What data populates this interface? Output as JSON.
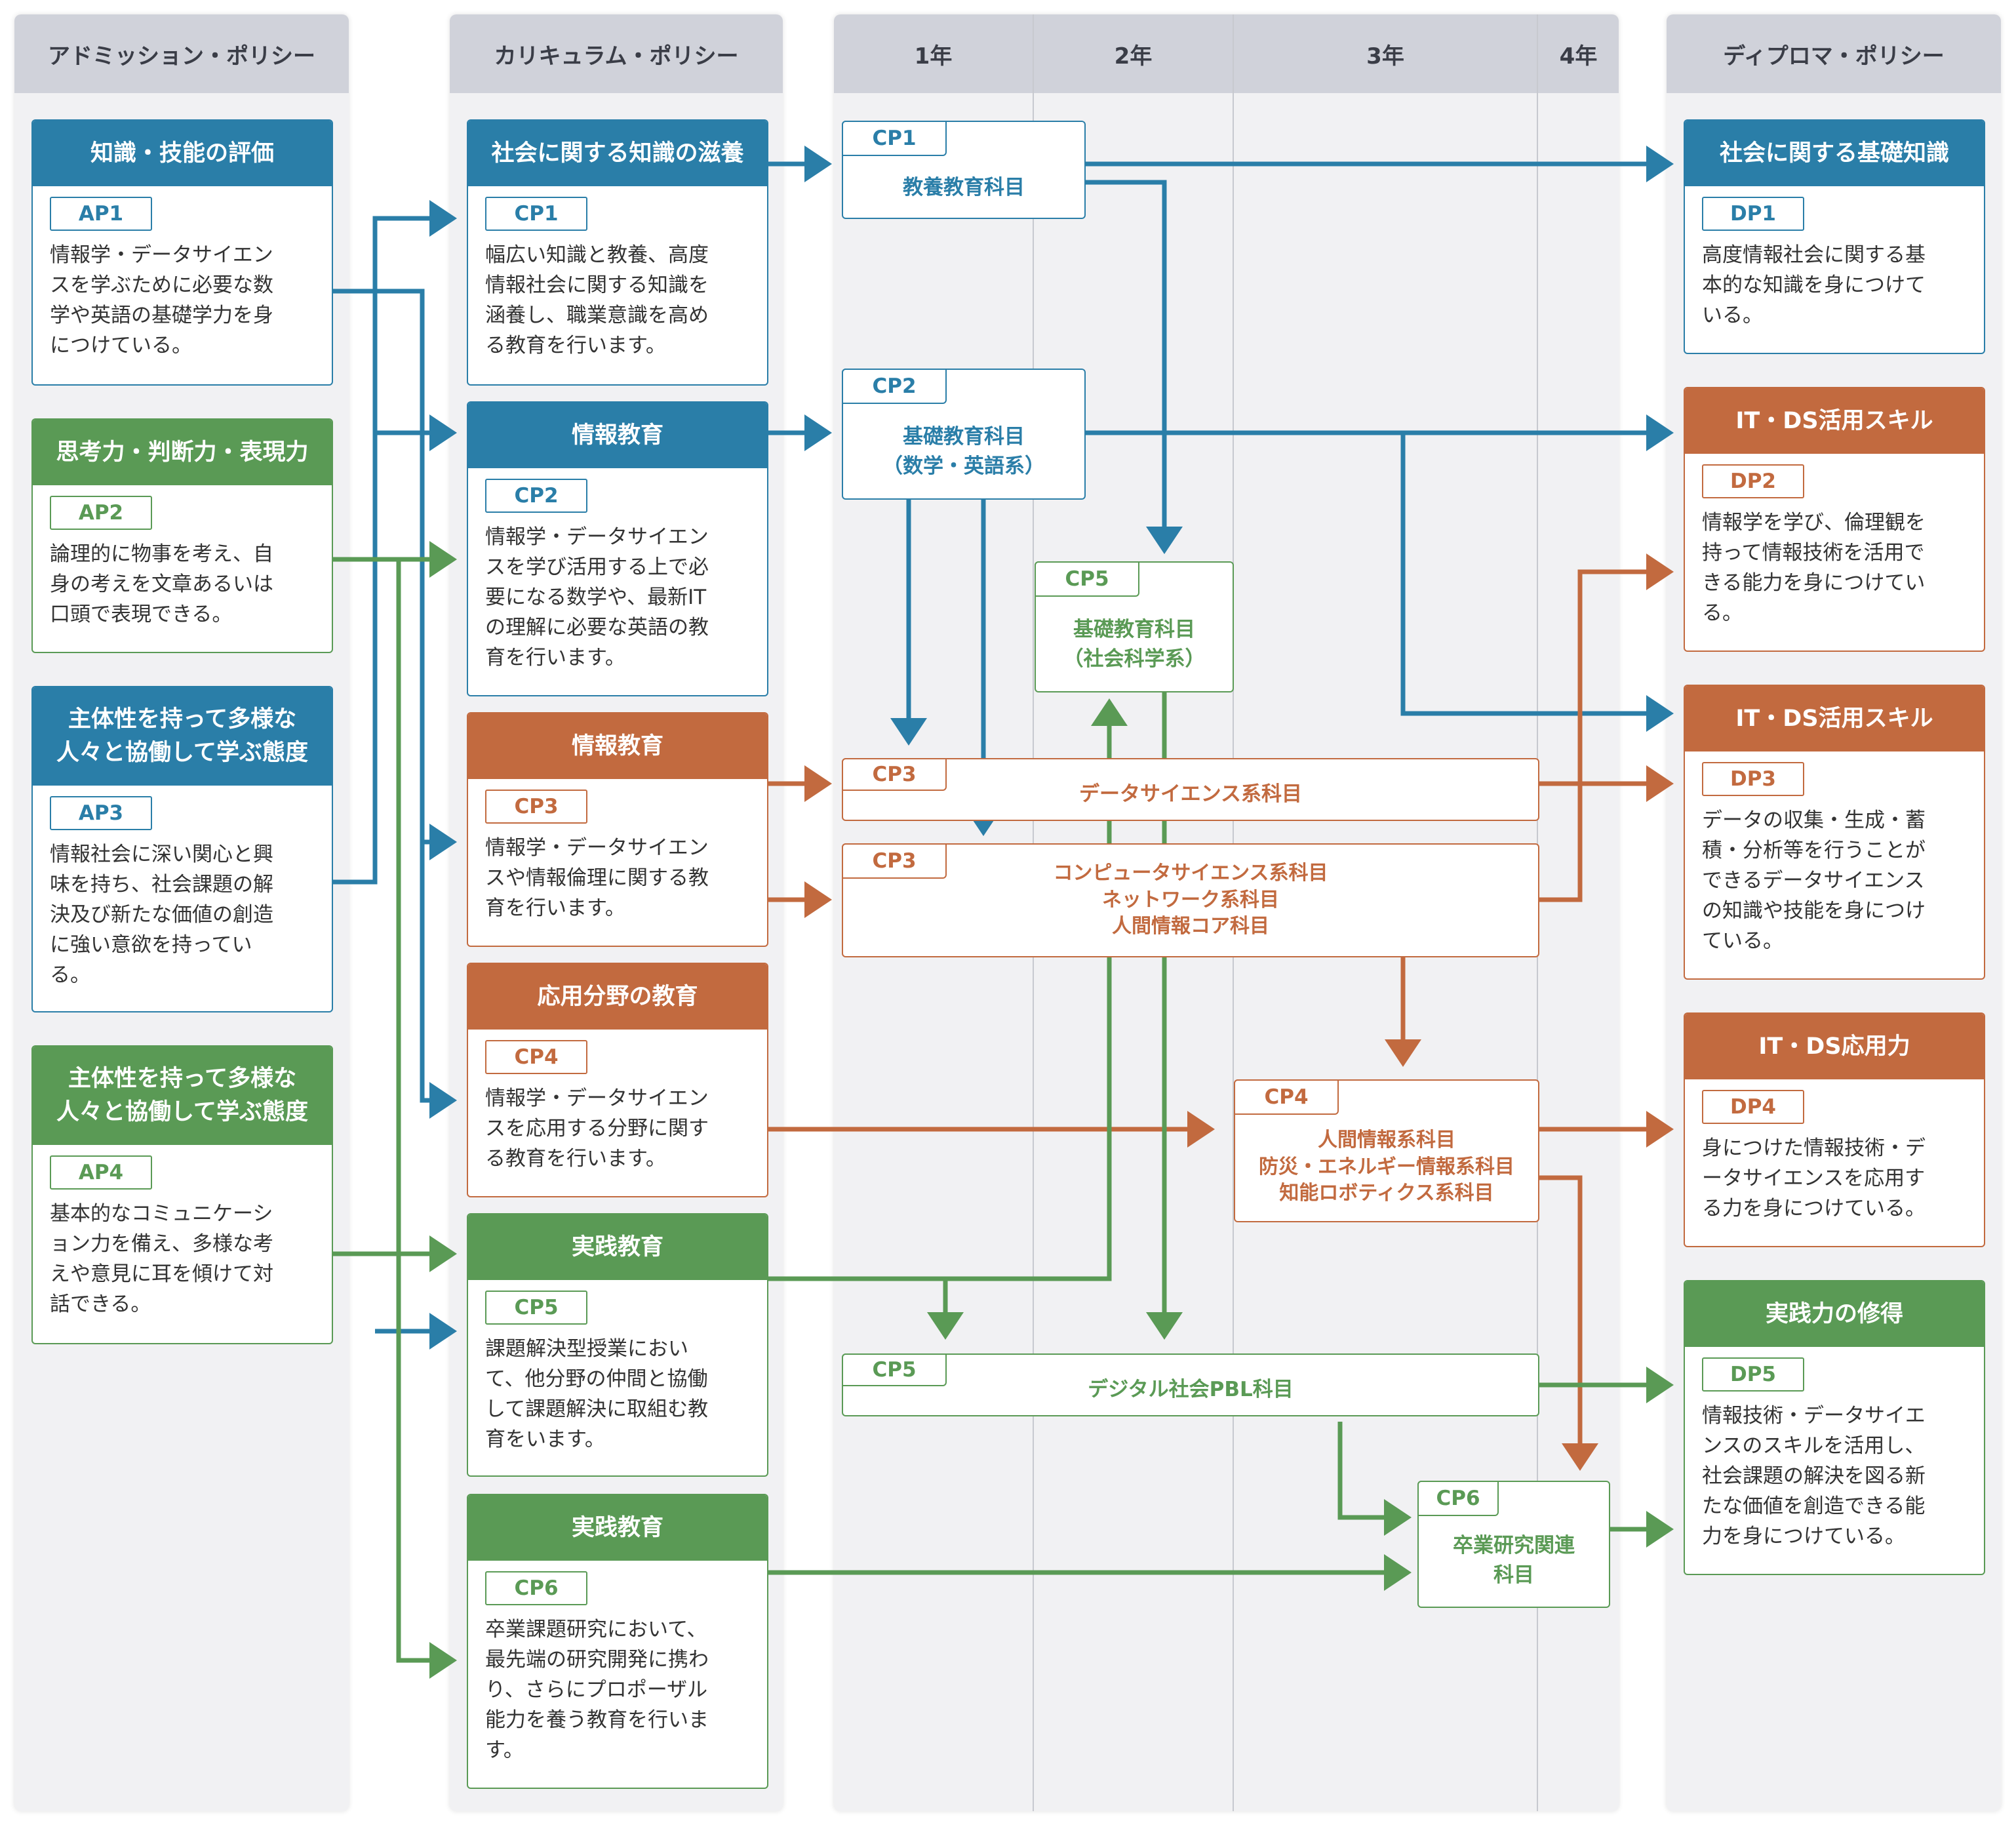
{
  "headers": {
    "admission": "アドミッション・ポリシー",
    "curriculum": "カリキュラム・ポリシー",
    "year1": "1年",
    "year2": "2年",
    "year3": "3年",
    "year4": "4年",
    "diploma": "ディプロマ・ポリシー"
  },
  "admission_policies": [
    {
      "title": "知識・技能の評価",
      "code": "AP1",
      "text": "情報学・データサイエン\nスを学ぶために必要な数\n学や英語の基礎学力を身\nにつけている。"
    },
    {
      "title": "思考力・判断力・表現力",
      "code": "AP2",
      "text": "論理的に物事を考え、自\n身の考えを文章あるいは\n口頭で表現できる。"
    },
    {
      "title": "主体性を持って多様な\n人々と協働して学ぶ態度",
      "code": "AP3",
      "text": "情報社会に深い関心と興\n味を持ち、社会課題の解\n決及び新たな価値の創造\nに強い意欲を持ってい\nる。"
    },
    {
      "title": "主体性を持って多様な\n人々と協働して学ぶ態度",
      "code": "AP4",
      "text": "基本的なコミュニケーシ\nョン力を備え、多様な考\nえや意見に耳を傾けて対\n話できる。"
    }
  ],
  "curriculum_policies": [
    {
      "title": "社会に関する知識の滋養",
      "code": "CP1",
      "text": "幅広い知識と教養、高度\n情報社会に関する知識を\n涵養し、職業意識を高め\nる教育を行います。"
    },
    {
      "title": "情報教育",
      "code": "CP2",
      "text": "情報学・データサイエン\nスを学び活用する上で必\n要になる数学や、最新IT\nの理解に必要な英語の教\n育を行います。"
    },
    {
      "title": "情報教育",
      "code": "CP3",
      "text": "情報学・データサイエン\nスや情報倫理に関する教\n育を行います。"
    },
    {
      "title": "応用分野の教育",
      "code": "CP4",
      "text": "情報学・データサイエン\nスを応用する分野に関す\nる教育を行います。"
    },
    {
      "title": "実践教育",
      "code": "CP5",
      "text": "課題解決型授業におい\nて、他分野の仲間と協働\nして課題解決に取組む教\n育をいます。"
    },
    {
      "title": "実践教育",
      "code": "CP6",
      "text": "卒業課題研究において、\n最先端の研究開発に携わ\nり、さらにプロポーザル\n能力を養う教育を行いま\nす。"
    }
  ],
  "subjects": [
    {
      "code": "CP1",
      "text": "教養教育科目"
    },
    {
      "code": "CP2",
      "text": "基礎教育科目\n（数学・英語系）"
    },
    {
      "code": "CP5",
      "text": "基礎教育科目\n（社会科学系）"
    },
    {
      "code": "CP3",
      "text": "データサイエンス系科目"
    },
    {
      "code": "CP3",
      "text": "コンピュータサイエンス系科目\nネットワーク系科目\n人間情報コア科目"
    },
    {
      "code": "CP4",
      "text": "人間情報系科目\n防災・エネルギー情報系科目\n知能ロボティクス系科目"
    },
    {
      "code": "CP5",
      "text": "デジタル社会PBL科目"
    },
    {
      "code": "CP6",
      "text": "卒業研究関連\n科目"
    }
  ],
  "diploma_policies": [
    {
      "title": "社会に関する基礎知識",
      "code": "DP1",
      "text": "高度情報社会に関する基\n本的な知識を身につけて\nいる。"
    },
    {
      "title": "IT・DS活用スキル",
      "code": "DP2",
      "text": "情報学を学び、倫理観を\n持って情報技術を活用で\nきる能力を身につけてい\nる。"
    },
    {
      "title": "IT・DS活用スキル",
      "code": "DP3",
      "text": "データの収集・生成・蓄\n積・分析等を行うことが\nできるデータサイエンス\nの知識や技能を身につけ\nている。"
    },
    {
      "title": "IT・DS応用力",
      "code": "DP4",
      "text": "身につけた情報技術・デ\nータサイエンスを応用す\nる力を身につけている。"
    },
    {
      "title": "実践力の修得",
      "code": "DP5",
      "text": "情報技術・データサイエ\nンスのスキルを活用し、\n社会課題の解決を図る新\nたな価値を創造できる能\n力を身につけている。"
    }
  ],
  "colors": {
    "blue": "#2a7ea8",
    "green": "#5a9a55",
    "orange": "#c26a3f",
    "header": "#d0d2da"
  }
}
